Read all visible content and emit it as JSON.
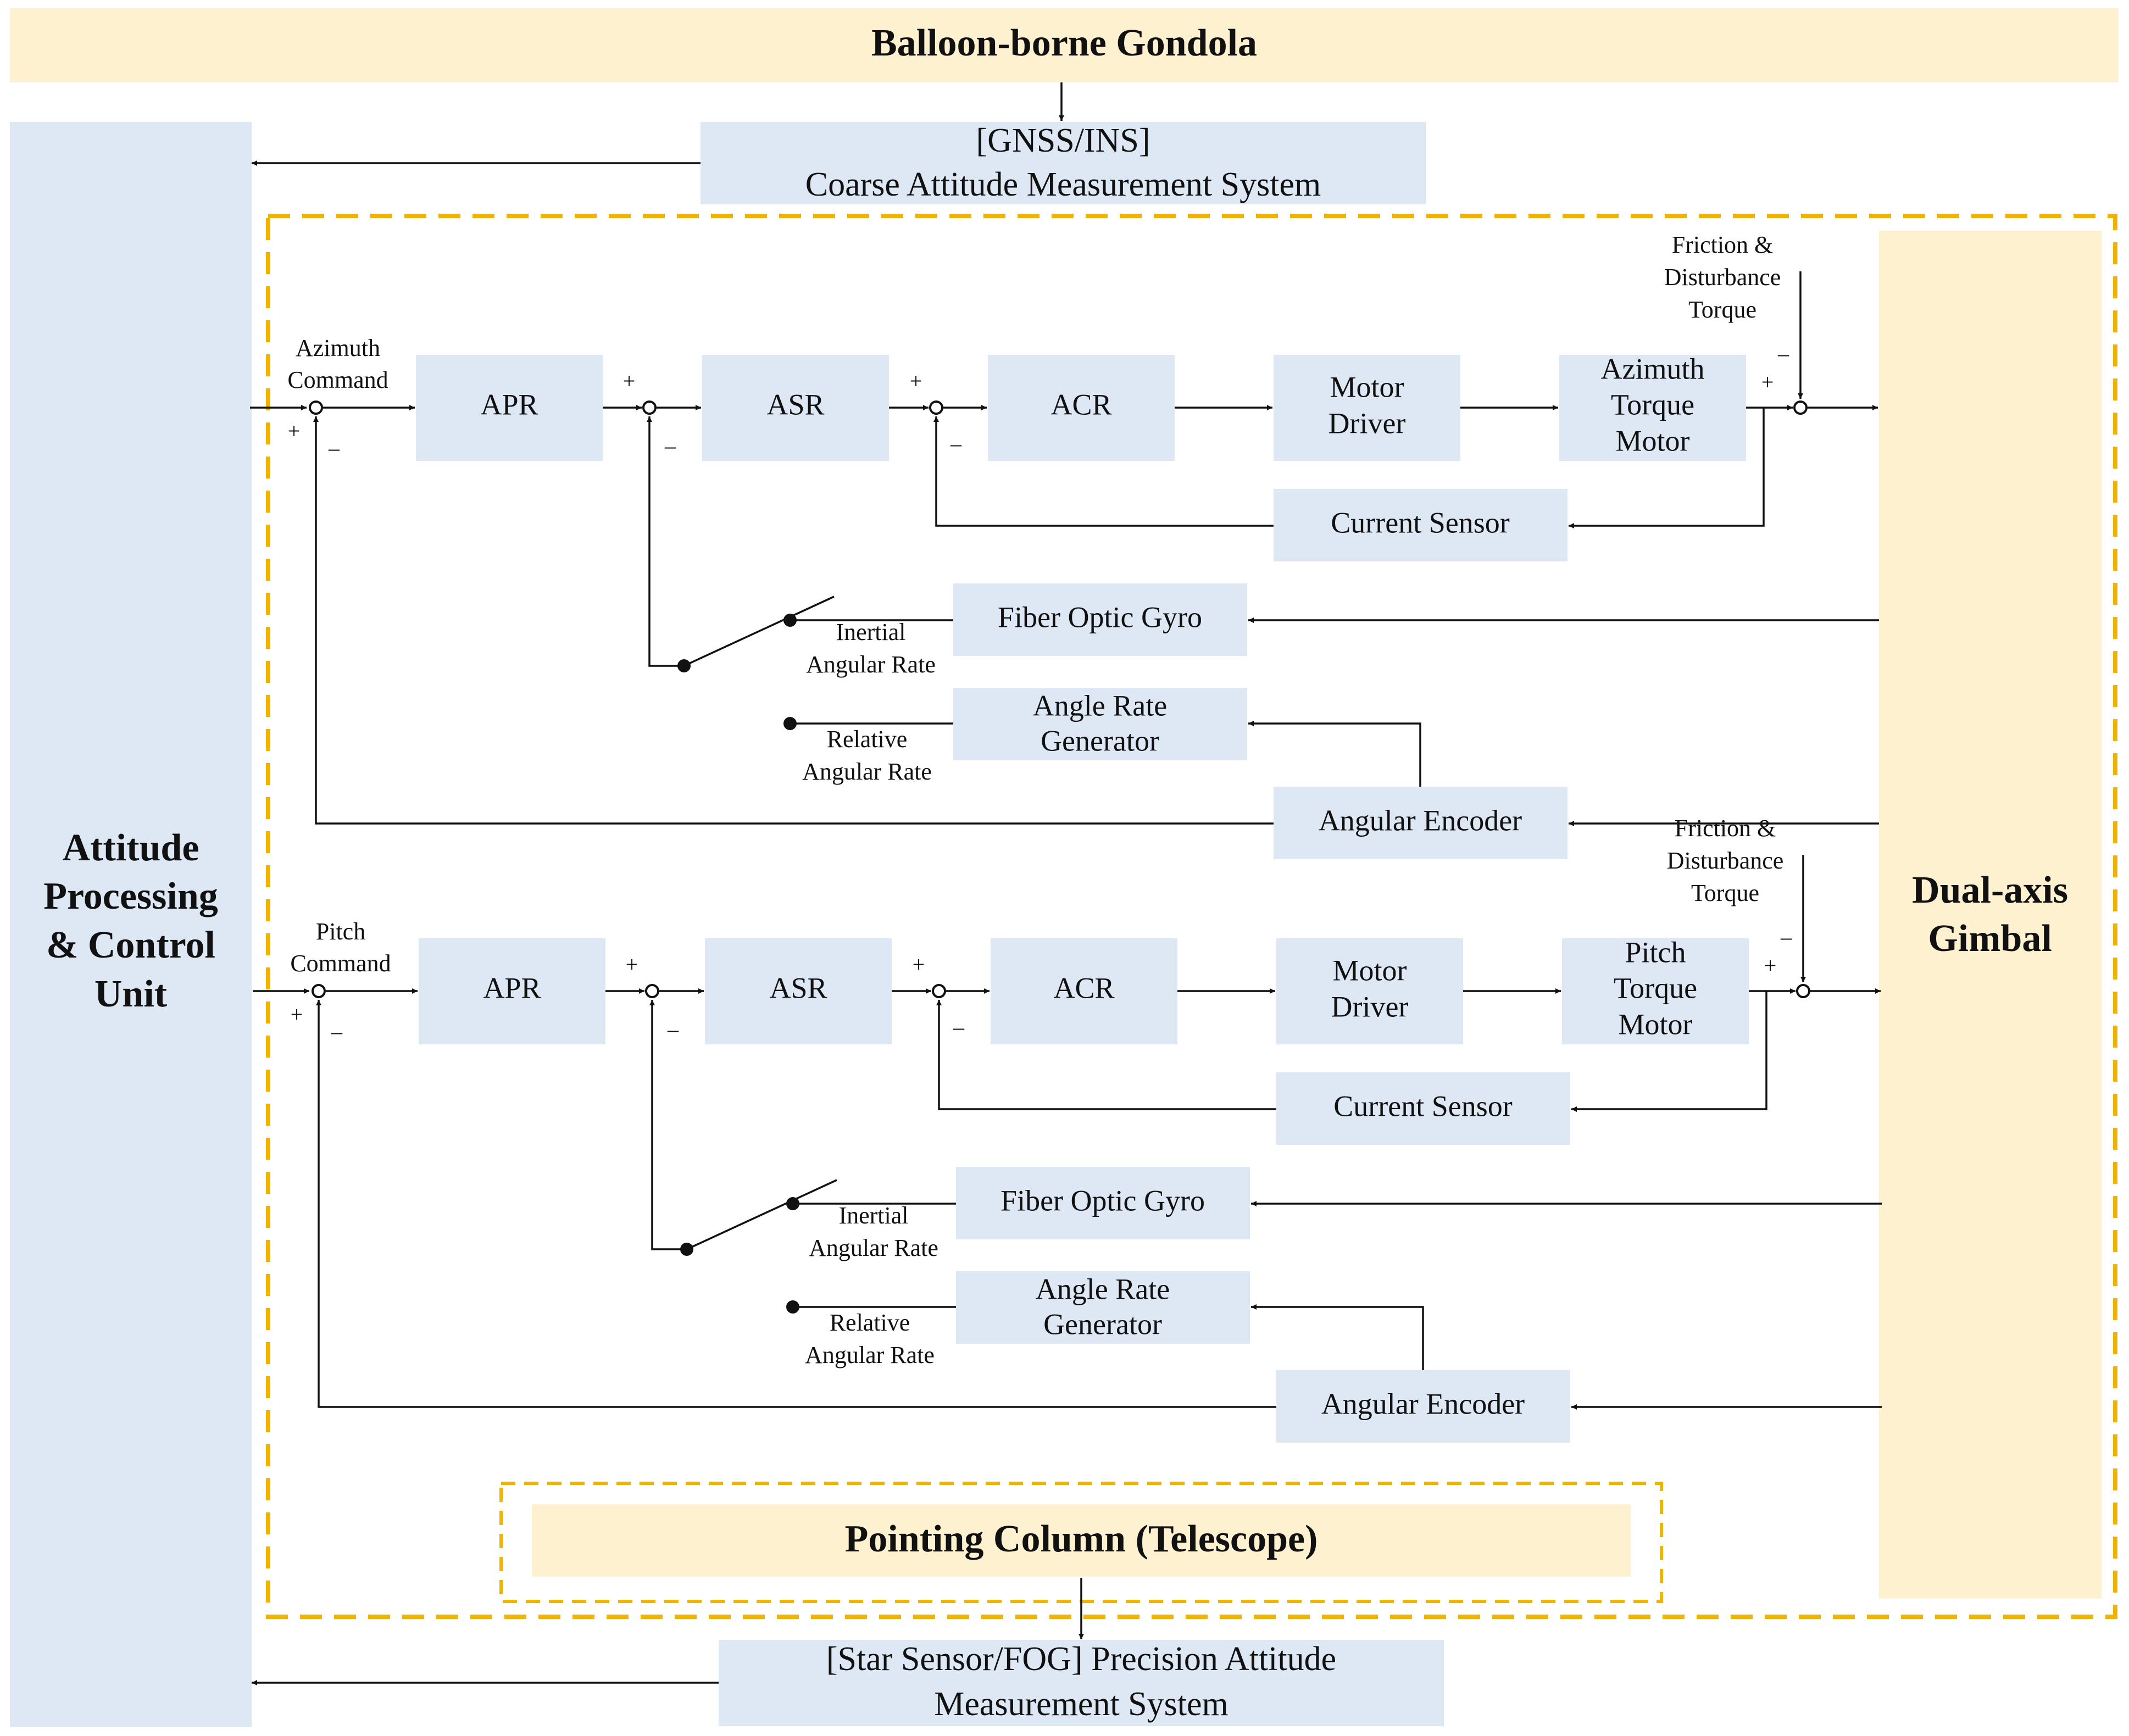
{
  "gondola": {
    "title": "Balloon-borne Gondola"
  },
  "apcu": {
    "line1": "Attitude",
    "line2": "Processing",
    "line3": "& Control",
    "line4": "Unit"
  },
  "gimbal": {
    "line1": "Dual-axis",
    "line2": "Gimbal"
  },
  "coarse": {
    "line1": "[GNSS/INS]",
    "line2": "Coarse Attitude Measurement System"
  },
  "precision": {
    "line1": "[Star Sensor/FOG] Precision Attitude",
    "line2": "Measurement System"
  },
  "pointing": {
    "title": "Pointing Column (Telescope)"
  },
  "signs": {
    "plus": "+",
    "minus": "–"
  },
  "azimuth": {
    "cmd1": "Azimuth",
    "cmd2": "Command",
    "apr": "APR",
    "asr": "ASR",
    "acr": "ACR",
    "driver1": "Motor",
    "driver2": "Driver",
    "motor1": "Azimuth",
    "motor2": "Torque",
    "motor3": "Motor",
    "current": "Current Sensor",
    "fog": "Fiber Optic Gyro",
    "arg1": "Angle Rate",
    "arg2": "Generator",
    "encoder": "Angular Encoder",
    "inertial1": "Inertial",
    "inertial2": "Angular Rate",
    "relative1": "Relative",
    "relative2": "Angular Rate",
    "fric1": "Friction &",
    "fric2": "Disturbance",
    "fric3": "Torque"
  },
  "pitch": {
    "cmd1": "Pitch",
    "cmd2": "Command",
    "apr": "APR",
    "asr": "ASR",
    "acr": "ACR",
    "driver1": "Motor",
    "driver2": "Driver",
    "motor1": "Pitch",
    "motor2": "Torque",
    "motor3": "Motor",
    "current": "Current Sensor",
    "fog": "Fiber Optic Gyro",
    "arg1": "Angle Rate",
    "arg2": "Generator",
    "encoder": "Angular Encoder",
    "inertial1": "Inertial",
    "inertial2": "Angular Rate",
    "relative1": "Relative",
    "relative2": "Angular Rate",
    "fric1": "Friction &",
    "fric2": "Disturbance",
    "fric3": "Torque"
  },
  "colors": {
    "block_blue": "#dde8f4",
    "block_yellow": "#fdf1cf",
    "dash_border": "#f0b400",
    "line": "#111111"
  }
}
